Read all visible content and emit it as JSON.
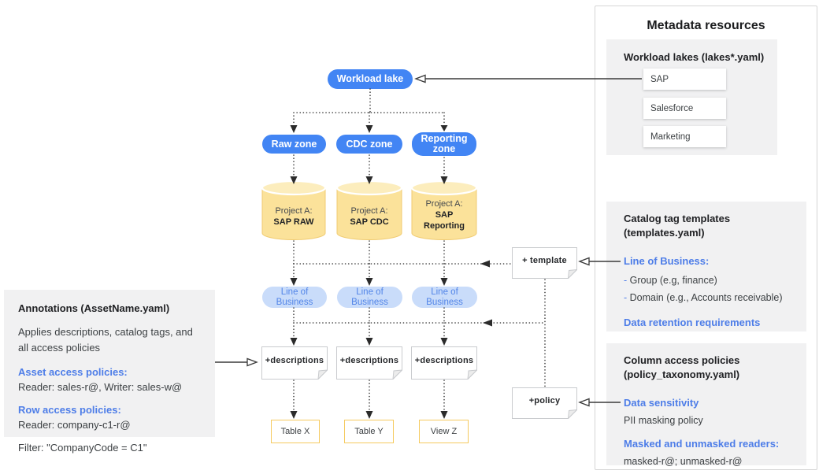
{
  "diagram": {
    "workload_lake": "Workload lake",
    "zones": [
      "Raw zone",
      "CDC zone",
      "Reporting zone"
    ],
    "projects": [
      {
        "prefix": "Project A:",
        "name": "SAP RAW"
      },
      {
        "prefix": "Project A:",
        "name": "SAP CDC"
      },
      {
        "prefix": "Project A:",
        "name": "SAP Reporting"
      }
    ],
    "lob_label": "Line of Business",
    "descriptions_label": "+descriptions",
    "template_note": "+ template",
    "policy_note": "+policy",
    "outputs": [
      "Table X",
      "Table Y",
      "View Z"
    ]
  },
  "annotations_panel": {
    "title": "Annotations (AssetName.yaml)",
    "body": "Applies descriptions, catalog tags, and all access policies",
    "asset_policies_label": "Asset access policies:",
    "asset_policies_value": "Reader: sales-r@, Writer: sales-w@",
    "row_policies_label": "Row access policies:",
    "row_policies_value": "Reader: company-c1-r@",
    "filter": "Filter: \"CompanyCode = C1\""
  },
  "metadata_panel": {
    "title": "Metadata resources",
    "workload_lakes": {
      "heading": "Workload lakes (lakes*.yaml)",
      "items": [
        "SAP",
        "Salesforce",
        "Marketing"
      ]
    },
    "catalog_templates": {
      "heading": "Catalog tag templates (templates.yaml)",
      "lob_heading": "Line of Business:",
      "bullet_marker": "-",
      "bullets": [
        "Group (e.g, finance)",
        "Domain (e.g., Accounts receivable)"
      ],
      "retention": "Data retention requirements"
    },
    "column_policies": {
      "heading": "Column access policies (policy_taxonomy.yaml)",
      "sensitivity_label": "Data sensitivity",
      "sensitivity_value": "PII masking policy",
      "readers_label": "Masked and unmasked readers:",
      "readers_value": "masked-r@; unmasked-r@"
    }
  },
  "colors": {
    "google_blue": "#4285F4",
    "light_blue_fill": "#C9DCFA",
    "light_blue_text": "#5285E8",
    "link_blue": "#4D7DE8",
    "cylinder_fill": "#FBE29A",
    "cylinder_top": "#FCEDBD",
    "table_border": "#F5CA5F",
    "panel_gray": "#F1F1F2"
  }
}
